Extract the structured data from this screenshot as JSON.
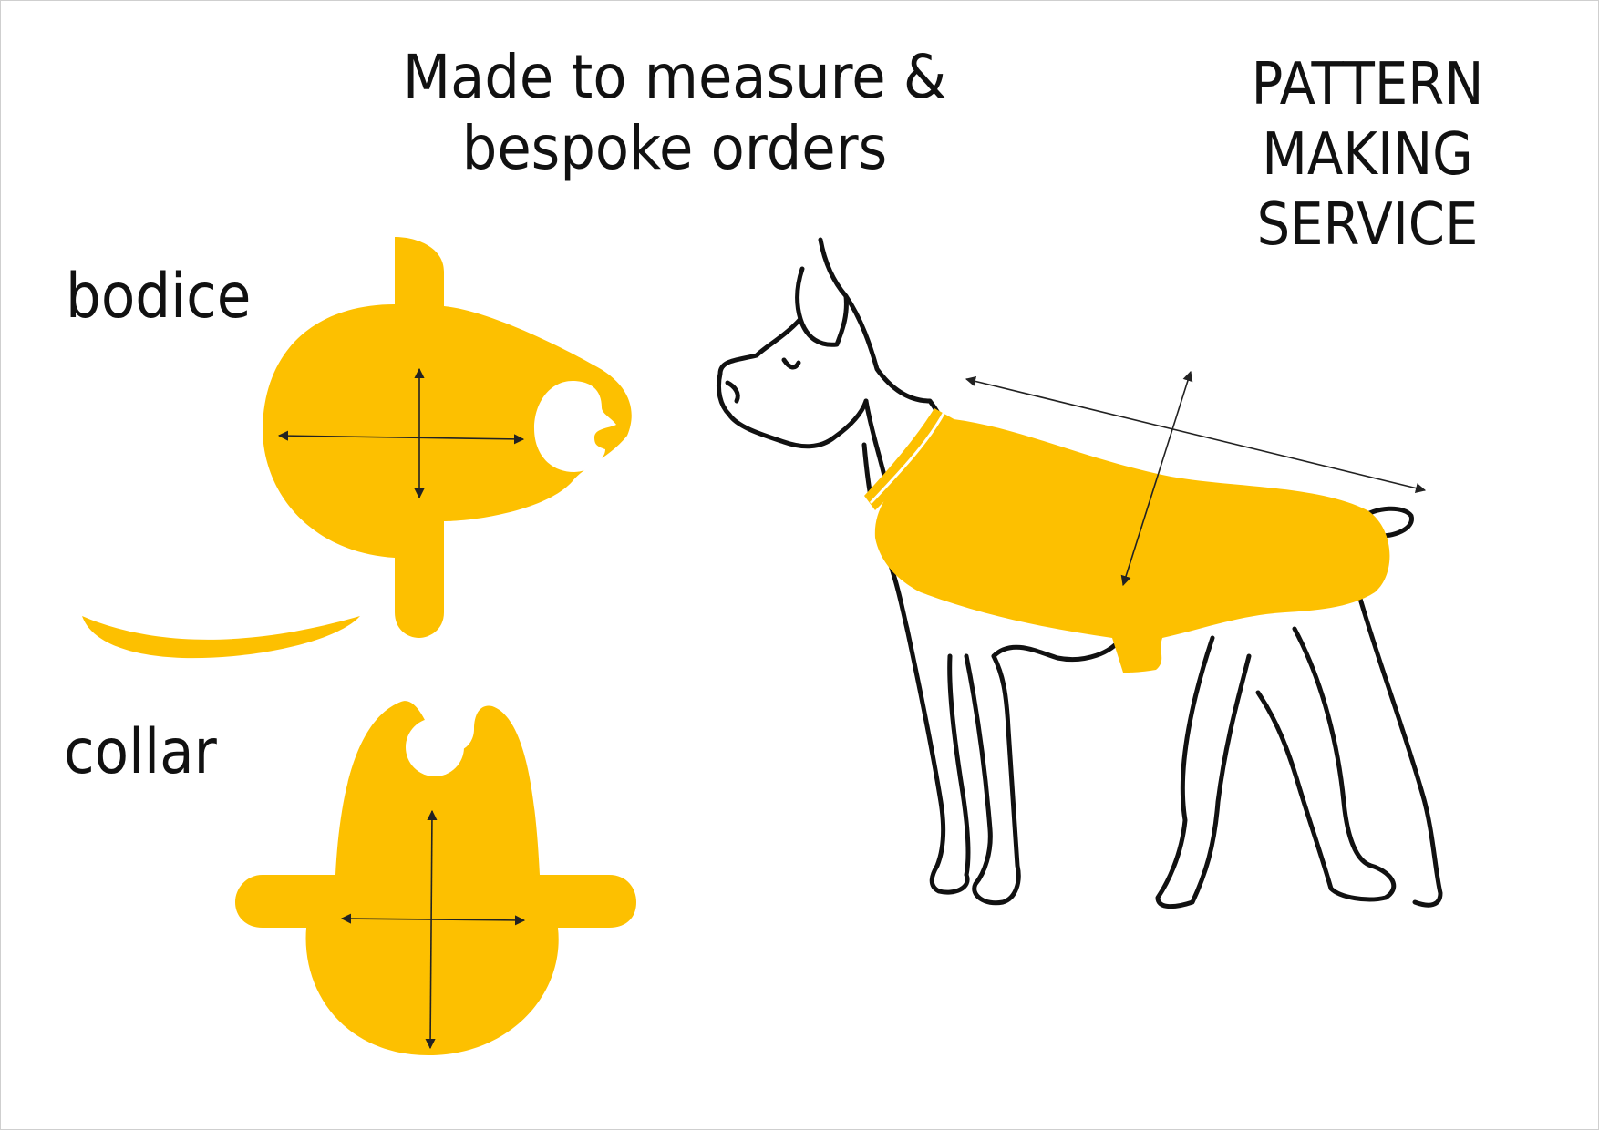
{
  "headline": {
    "line1": "Made to  measure &",
    "line2": "bespoke orders"
  },
  "service": {
    "line1": "PATTERN",
    "line2": "MAKING",
    "line3": "SERVICE"
  },
  "labels": {
    "bodice": "bodice",
    "collar": "collar"
  },
  "colors": {
    "pattern_fill": "#FDC000",
    "outline": "#111111",
    "arrow": "#222222"
  },
  "icons": {
    "dog": "dog-outline-icon",
    "arrows": "measurement-arrow-icon"
  }
}
